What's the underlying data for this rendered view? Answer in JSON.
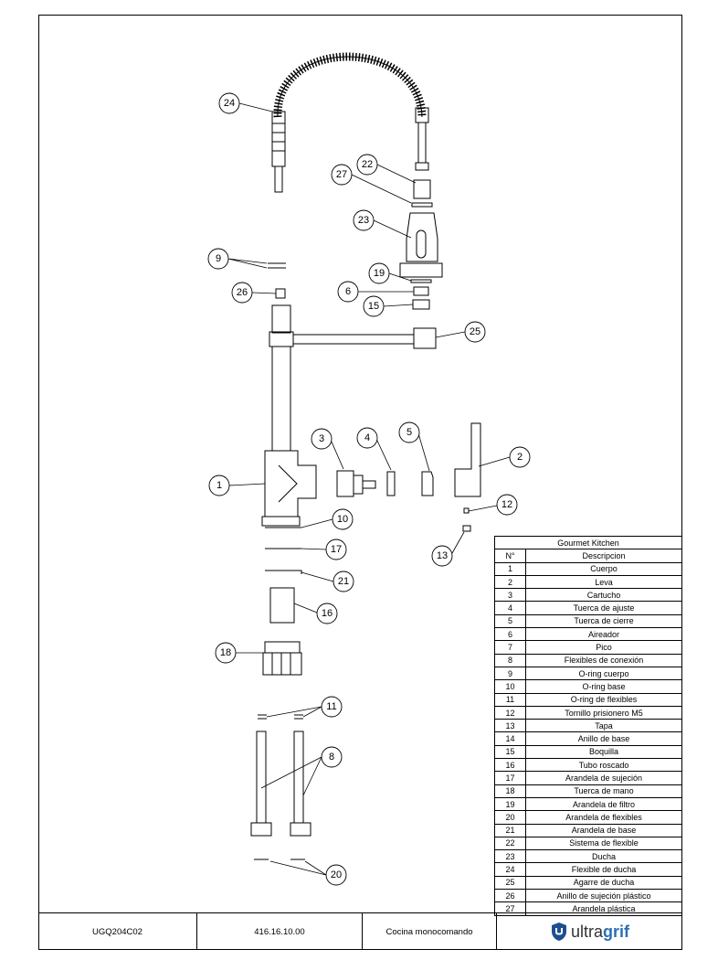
{
  "callouts": [
    "24",
    "22",
    "27",
    "23",
    "9",
    "19",
    "26",
    "6",
    "15",
    "25",
    "3",
    "4",
    "5",
    "2",
    "1",
    "12",
    "10",
    "13",
    "17",
    "21",
    "16",
    "18",
    "11",
    "8",
    "20"
  ],
  "table": {
    "title": "Gourmet Kitchen",
    "headers": [
      "N°",
      "Descripcion"
    ],
    "rows": [
      {
        "n": "1",
        "d": "Cuerpo"
      },
      {
        "n": "2",
        "d": "Leva"
      },
      {
        "n": "3",
        "d": "Cartucho"
      },
      {
        "n": "4",
        "d": "Tuerca de ajuste"
      },
      {
        "n": "5",
        "d": "Tuerca de cierre"
      },
      {
        "n": "6",
        "d": "Aireador"
      },
      {
        "n": "7",
        "d": "Pico"
      },
      {
        "n": "8",
        "d": "Flexibles de conexión"
      },
      {
        "n": "9",
        "d": "O-ring cuerpo"
      },
      {
        "n": "10",
        "d": "O-ring base"
      },
      {
        "n": "11",
        "d": "O-ring de flexibles"
      },
      {
        "n": "12",
        "d": "Tornillo prisionero M5"
      },
      {
        "n": "13",
        "d": "Tapa"
      },
      {
        "n": "14",
        "d": "Anillo de base"
      },
      {
        "n": "15",
        "d": "Boquilla"
      },
      {
        "n": "16",
        "d": "Tubo roscado"
      },
      {
        "n": "17",
        "d": "Arandela de sujeción"
      },
      {
        "n": "18",
        "d": "Tuerca de mano"
      },
      {
        "n": "19",
        "d": "Arandela de filtro"
      },
      {
        "n": "20",
        "d": "Arandela de flexibles"
      },
      {
        "n": "21",
        "d": "Arandela de base"
      },
      {
        "n": "22",
        "d": "Sistema de flexible"
      },
      {
        "n": "23",
        "d": "Ducha"
      },
      {
        "n": "24",
        "d": "Flexible de ducha"
      },
      {
        "n": "25",
        "d": "Agarre de ducha"
      },
      {
        "n": "26",
        "d": "Anillo de sujeción plástico"
      },
      {
        "n": "27",
        "d": "Arandela plástica"
      }
    ]
  },
  "footer": {
    "code": "UGQ204C02",
    "ref": "416.16.10.00",
    "name": "Cocina monocomando",
    "brand_prefix": "ultra",
    "brand_suffix": "grif"
  },
  "colors": {
    "brand_blue": "#2a6fb8",
    "line": "#000000"
  }
}
